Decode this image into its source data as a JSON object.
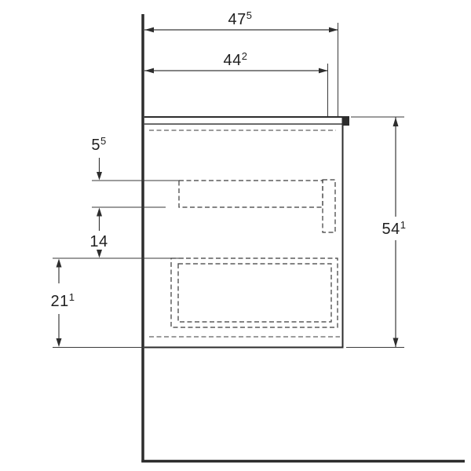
{
  "drawing": {
    "type": "technical-dimension-drawing",
    "background_color": "#ffffff",
    "line_color": "#3a3a3a",
    "dimensions": {
      "total_width": {
        "main": "47",
        "sup": "5"
      },
      "inner_width": {
        "main": "44",
        "sup": "2"
      },
      "total_height": {
        "main": "54",
        "sup": "1"
      },
      "upper_offset": {
        "main": "5",
        "sup": "5"
      },
      "drawer_spacing": {
        "main": "14",
        "sup": ""
      },
      "lower_height": {
        "main": "21",
        "sup": "1"
      }
    }
  }
}
